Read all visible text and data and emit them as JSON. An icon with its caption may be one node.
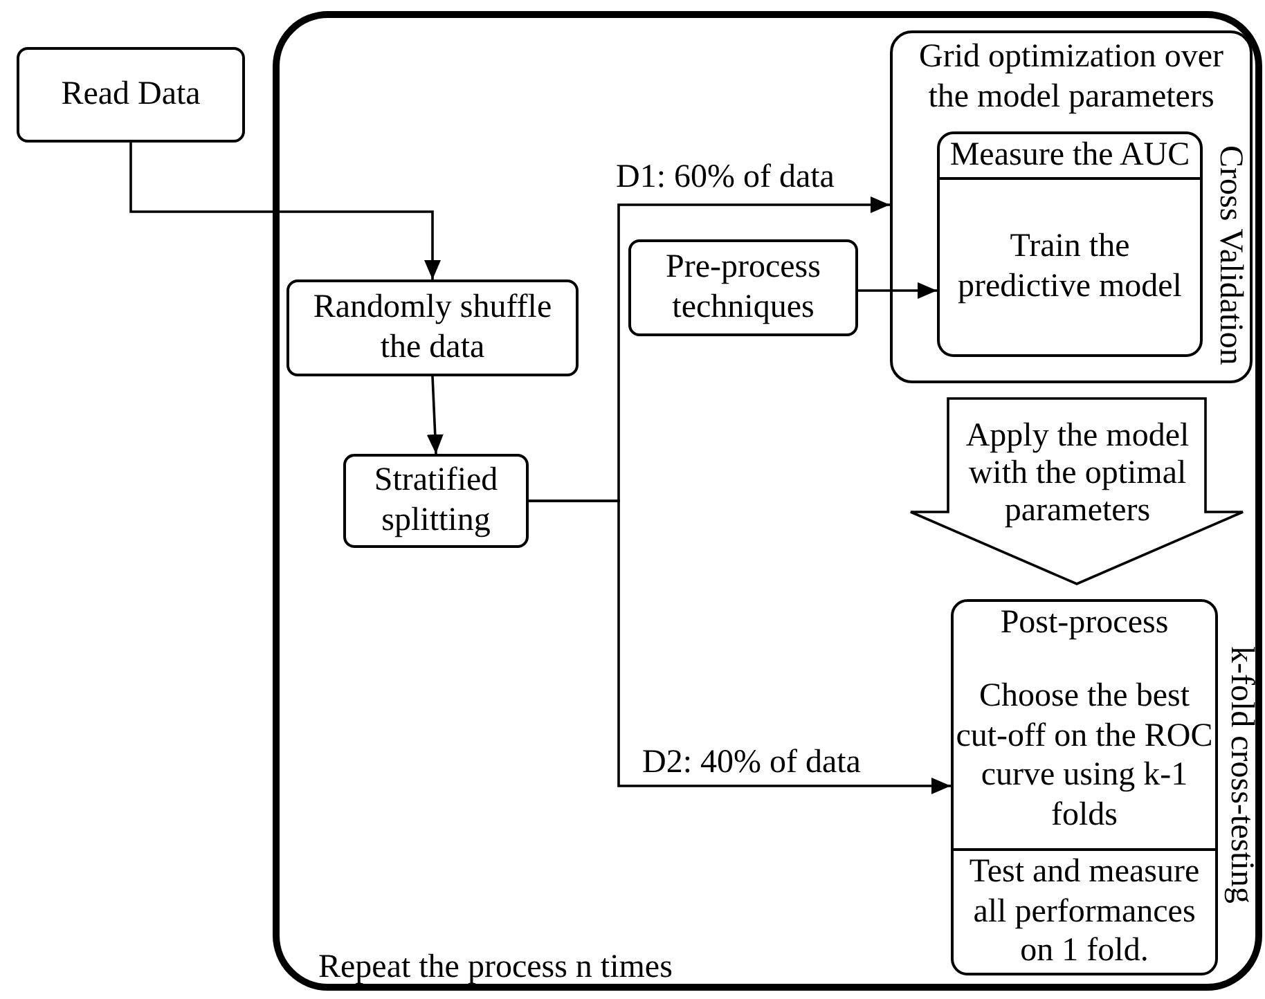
{
  "diagram": {
    "nodes": [
      {
        "text": [
          "Read Data"
        ]
      },
      {
        "text": [
          "Repeat the process n times"
        ]
      },
      {
        "text": [
          "Randomly shuffle the data"
        ],
        "in": 1
      },
      {
        "text": [
          "Stratified splitting"
        ],
        "in": 1
      },
      {
        "text": [
          "Pre-process techniques"
        ],
        "in": 1
      },
      {
        "text": [
          "Grid optimization over the model parameters",
          "Cross Validation"
        ],
        "in": 1
      },
      {
        "text": [
          "Measure the AUC",
          "Train the predictive model"
        ],
        "in": 5
      },
      {
        "text": [
          "Post-process",
          "Choose the best cut-off on the ROC curve using k-1 folds",
          "Test and measure all performances on 1 fold."
        ],
        "beside": [
          "k-fold cross-testing"
        ],
        "in": 1
      }
    ],
    "edges": [
      {
        "from": 0,
        "to": 2,
        "arrow": "to"
      },
      {
        "from": 2,
        "to": 3,
        "arrow": "to"
      },
      {
        "from": 3,
        "to": 5,
        "label": "D1: 60% of data",
        "arrow": "to"
      },
      {
        "from": 3,
        "to": 7,
        "label": "D2: 40% of data",
        "arrow": "to"
      },
      {
        "from": 4,
        "to": 6,
        "arrow": "to"
      },
      {
        "from": 5,
        "to": 7,
        "label": "Apply the model with the optimal parameters",
        "arrow": "to"
      }
    ]
  }
}
